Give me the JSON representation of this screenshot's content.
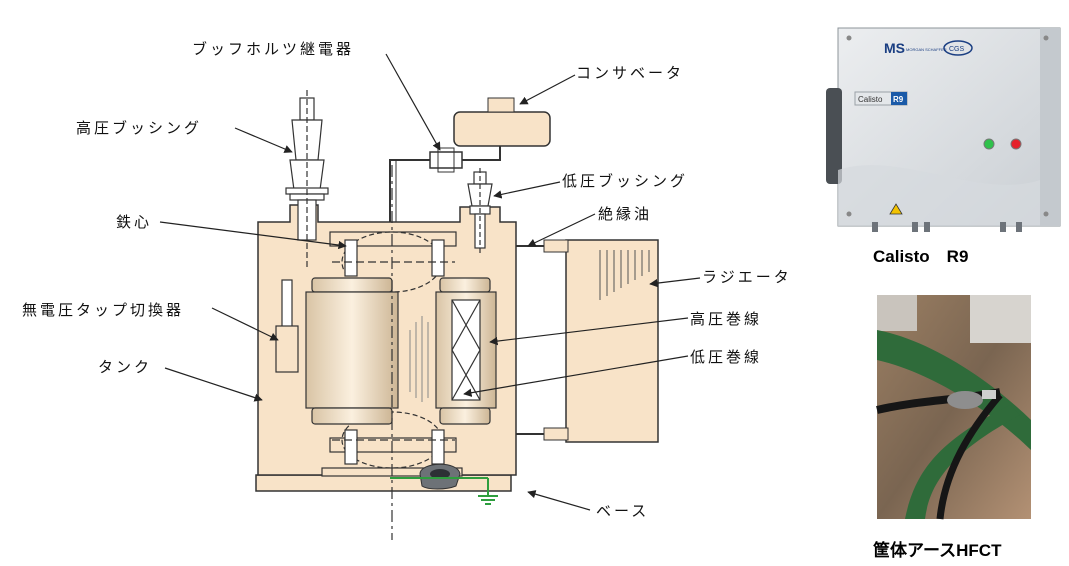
{
  "diagram": {
    "labels": {
      "buchholz_relay": "ブッフホルツ継電器",
      "conservator": "コンサベータ",
      "hv_bushing": "高圧ブッシング",
      "lv_bushing": "低圧ブッシング",
      "core": "鉄心",
      "insulating_oil": "絶縁油",
      "radiator": "ラジエータ",
      "off_circuit_tap_changer": "無電圧タップ切換器",
      "hv_winding": "高圧巻線",
      "lv_winding": "低圧巻線",
      "tank": "タンク",
      "base": "ベース"
    },
    "colors": {
      "tank_fill": "#f8e3c8",
      "outline": "#333333",
      "ground_wire": "#2e9e3e"
    }
  },
  "device": {
    "caption": "Calisto　R9",
    "brand_text": "MS",
    "brand_sub": "MORGAN SCHAFFER",
    "logo_text": "CGS",
    "model_plate": "Calisto",
    "model_suffix": "R9"
  },
  "hfct": {
    "caption": "筐体アースHFCT"
  }
}
